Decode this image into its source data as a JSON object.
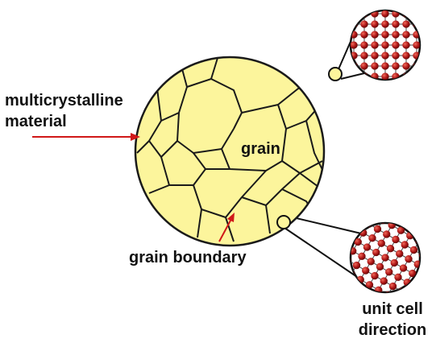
{
  "labels": {
    "multicrystalline_line1": "multicrystalline",
    "multicrystalline_line2": "material",
    "grain": "grain",
    "grain_boundary": "grain boundary",
    "unit_cell_line1": "unit cell",
    "unit_cell_line2": "direction"
  },
  "colors": {
    "grain_fill": "#fcf59c",
    "boundary_line": "#1a1a1a",
    "arrow": "#d01818",
    "atom": "#b01818",
    "lattice_line": "#444444"
  }
}
